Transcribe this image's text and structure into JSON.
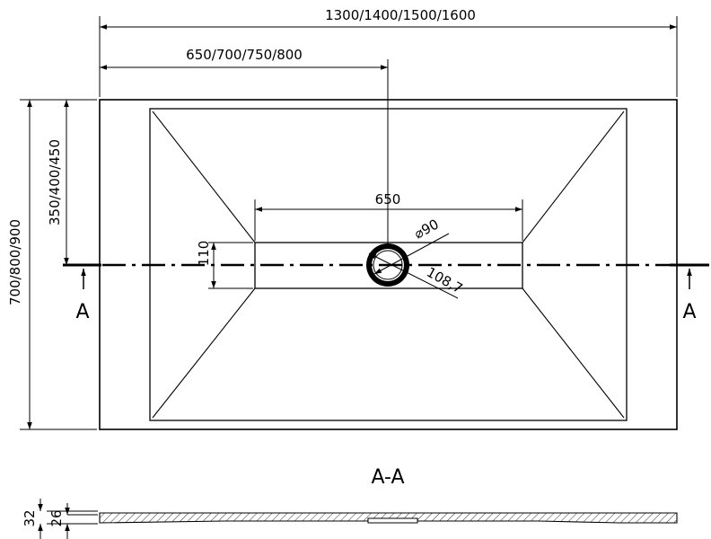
{
  "dimensions": {
    "overall_length": "1300/1400/1500/1600",
    "drain_offset": "650/700/750/800",
    "channel_length": "650",
    "overall_width": "700/800/900",
    "half_width": "350/400/450",
    "channel_width": "110",
    "drain_diameter": "⌀90",
    "drain_outer": "108,7"
  },
  "section": {
    "marker": "A",
    "title": "A-A",
    "thickness_total": "32",
    "thickness_inner": "26"
  }
}
